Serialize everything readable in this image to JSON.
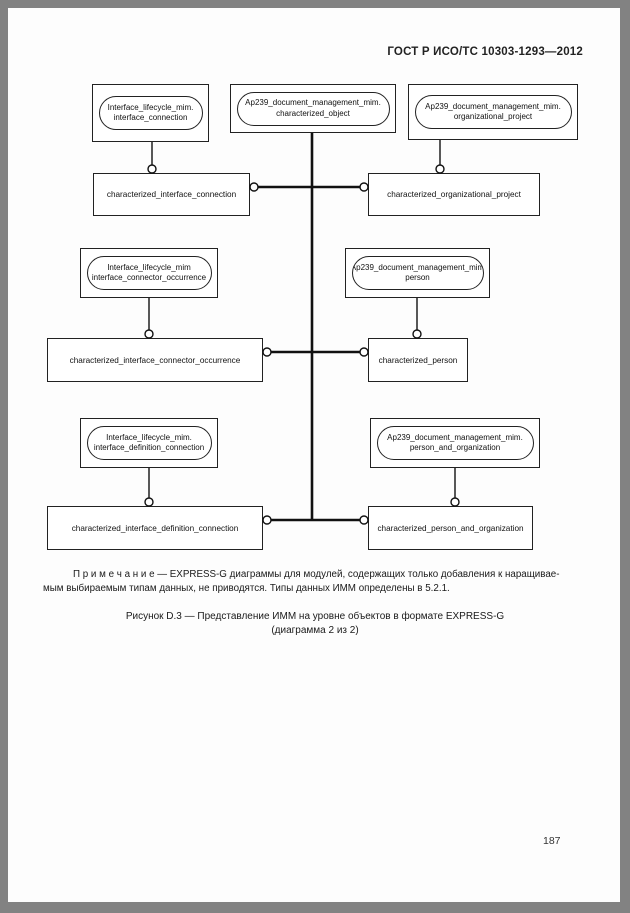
{
  "header": {
    "standard": "ГОСТ Р ИСО/ТС 10303-1293—2012"
  },
  "diagram": {
    "ref_boxes": [
      {
        "line1": "Interface_lifecycle_mim.",
        "line2": "interface_connection"
      },
      {
        "line1": "Ap239_document_management_mim.",
        "line2": "characterized_object"
      },
      {
        "line1": "Ap239_document_management_mim.",
        "line2": "organizational_project"
      },
      {
        "line1": "Interface_lifecycle_mim",
        "line2": "interface_connector_occurrence"
      },
      {
        "line1": "Ap239_document_management_mim",
        "line2": "person"
      },
      {
        "line1": "Interface_lifecycle_mim.",
        "line2": "interface_definition_connection"
      },
      {
        "line1": "Ap239_document_management_mim.",
        "line2": "person_and_organization"
      }
    ],
    "entity_boxes": [
      {
        "label": "characterized_interface_connection"
      },
      {
        "label": "characterized_organizational_project"
      },
      {
        "label": "characterized_interface_connector_occurrence"
      },
      {
        "label": "characterized_person"
      },
      {
        "label": "characterized_interface_definition_connection"
      },
      {
        "label": "characterized_person_and_organization"
      }
    ],
    "line_color": "#111111"
  },
  "note": {
    "line1": "П р и м е ч а н и е — EXPRESS-G диаграммы для модулей, содержащих только добавления к наращивае-",
    "line2": "мым выбираемым типам данных, не приводятся. Типы данных ИММ определены в 5.2.1."
  },
  "caption": {
    "line1": "Рисунок  D.3 — Представление ИММ на уровне объектов в формате EXPRESS-G",
    "line2": "(диаграмма 2 из 2)"
  },
  "footer": {
    "page_number": "187"
  }
}
